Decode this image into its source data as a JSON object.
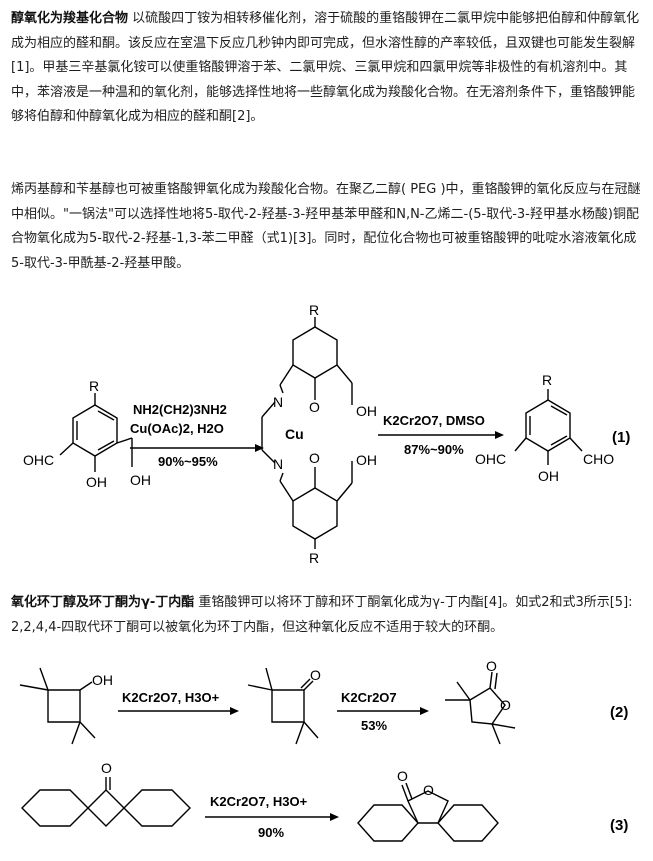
{
  "paragraph1": {
    "heading": "醇氧化为羧基化合物",
    "body": " 以硫酸四丁铵为相转移催化剂，溶于硫酸的重铬酸钾在二氯甲烷中能够把伯醇和仲醇氧化成为相应的醛和酮。该反应在室温下反应几秒钟内即可完成，但水溶性醇的产率较低，且双键也可能发生裂解[1]。甲基三辛基氯化铵可以使重铬酸钾溶于苯、二氯甲烷、三氯甲烷和四氯甲烷等非极性的有机溶剂中。其中，苯溶液是一种温和的氧化剂，能够选择性地将一些醇氧化成为羧酸化合物。在无溶剂条件下，重铬酸钾能够将伯醇和仲醇氧化成为相应的醛和酮[2]。"
  },
  "paragraph2": {
    "body": "烯丙基醇和苄基醇也可被重铬酸钾氧化成为羧酸化合物。在聚乙二醇( PEG )中，重铬酸钾的氧化反应与在冠醚中相似。\"一锅法\"可以选择性地将5-取代-2-羟基-3-羟甲基苯甲醛和N,N-乙烯二-(5-取代-3-羟甲基水杨酸)铜配合物氧化成为5-取代-2-羟基-1,3-苯二甲醛（式1)[3]。同时，配位化合物也可被重铬酸钾的吡啶水溶液氧化成5-取代-3-甲酰基-2-羟基甲酸。"
  },
  "paragraph3": {
    "heading": "氧化环丁醇及环丁酮为γ-丁内酯",
    "body": " 重铬酸钾可以将环丁醇和环丁酮氧化成为γ-丁内酯[4]。如式2和式3所示[5]: 2,2,4,4-四取代环丁酮可以被氧化为环丁内酯，但这种氧化反应不适用于较大的环酮。"
  },
  "scheme1": {
    "r_label": "R",
    "cho": "OHC",
    "oh": "OH",
    "reagent1_line1": "NH2(CH2)3NH2",
    "reagent1_line2": "Cu(OAc)2, H2O",
    "yield1": "90%~95%",
    "n_label": "N",
    "o_label": "O",
    "cu_label": "Cu",
    "reagent2": "K2Cr2O7, DMSO",
    "yield2": "87%~90%",
    "cho_right": "CHO",
    "eq_label": "(1)"
  },
  "scheme2": {
    "oh": "OH",
    "o": "O",
    "reagent1": "K2Cr2O7, H3O+",
    "reagent2": "K2Cr2O7",
    "yield": "53%",
    "eq_label": "(2)"
  },
  "scheme3": {
    "o": "O",
    "reagent1": "K2Cr2O7, H3O+",
    "yield": "90%",
    "eq_label": "(3)"
  }
}
